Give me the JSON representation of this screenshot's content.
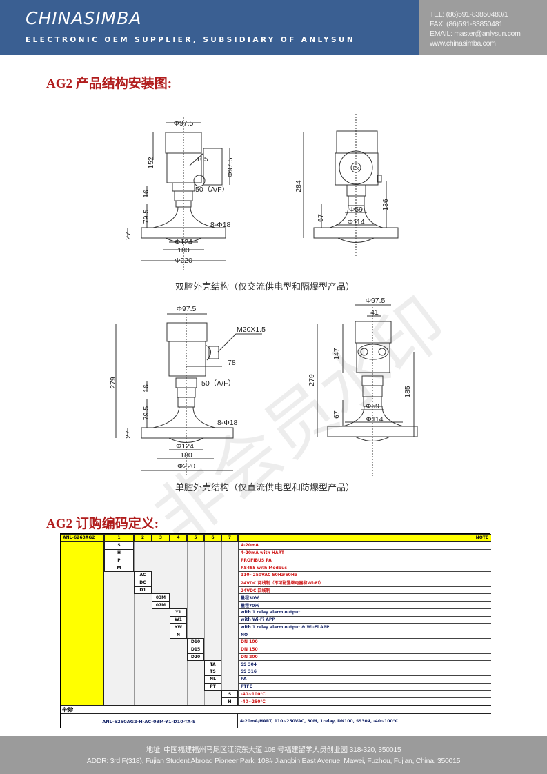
{
  "header": {
    "brand": "CHINASIMBA",
    "tagline": "ELECTRONIC OEM SUPPLIER, SUBSIDIARY OF ANLYSUN",
    "tel": "TEL:  (86)591-83850480/1",
    "fax": "FAX:  (86)591-83850481",
    "email": "EMAIL:  master@anlysun.com",
    "web": "www.chinasimba.com"
  },
  "section1_title": "AG2 产品结构安装图:",
  "section2_title": "AG2 订购编码定义:",
  "watermark": "非会员水印",
  "drawings": {
    "d1": {
      "phi975": "Φ97.5",
      "h152": "152",
      "w105": "105",
      "phi975b": "Φ97.5",
      "af": "50（A/F）",
      "h16": "16",
      "h795": "79.5",
      "holes": "8-Φ18",
      "h27": "27",
      "phi124": "Φ124",
      "w180": "180",
      "phi220": "Φ220"
    },
    "d2": {
      "h284": "284",
      "h136": "136",
      "phi59": "Φ59",
      "h67": "67",
      "phi114": "Φ114",
      "ex": "Ex"
    },
    "caption1": "双腔外壳结构（仅交流供电型和隔爆型产品）",
    "d3": {
      "phi975": "Φ97.5",
      "m20": "M20X1.5",
      "w78": "78",
      "h279": "279",
      "af": "50（A/F）",
      "h16": "16",
      "h795": "79.5",
      "holes": "8-Φ18",
      "h27": "27",
      "phi124": "Φ124",
      "w180": "180",
      "phi220": "Φ220"
    },
    "d4": {
      "phi975": "Φ97.5",
      "w41": "41",
      "h147": "147",
      "h279": "279",
      "h185": "185",
      "phi59": "Φ59",
      "h67": "67",
      "phi114": "Φ114"
    },
    "caption2": "单腔外壳结构（仅直流供电型和防爆型产品）"
  },
  "order_table": {
    "model": "ANL-6260AG2",
    "columns": [
      "1",
      "2",
      "3",
      "4",
      "5",
      "6",
      "7"
    ],
    "note_header": "NOTE",
    "rows": [
      {
        "col": 1,
        "code": "S",
        "note": "4-20mA",
        "color": "#d01818"
      },
      {
        "col": 1,
        "code": "H",
        "note": "4-20mA with HART",
        "color": "#d01818"
      },
      {
        "col": 1,
        "code": "P",
        "note": "PROFIBUS PA",
        "color": "#d01818"
      },
      {
        "col": 1,
        "code": "M",
        "note": "RS485 with Modbus",
        "color": "#d01818"
      },
      {
        "col": 2,
        "code": "AC",
        "note": "110~250VAC 50Hz/60Hz",
        "color": "#d01818"
      },
      {
        "col": 2,
        "code": "DC",
        "note": "24VDC 两线制（不可配置继电器和Wi-Fi）",
        "color": "#d01818"
      },
      {
        "col": 2,
        "code": "D1",
        "note": "24VDC 四线制",
        "color": "#d01818"
      },
      {
        "col": 3,
        "code": "03M",
        "note": "量程30米",
        "color": "#1b2a6b"
      },
      {
        "col": 3,
        "code": "07M",
        "note": "量程70米",
        "color": "#1b2a6b"
      },
      {
        "col": 4,
        "code": "Y1",
        "note": "with 1 relay alarm output",
        "color": "#1b2a6b"
      },
      {
        "col": 4,
        "code": "W1",
        "note": "with Wi-Fi APP",
        "color": "#1b2a6b"
      },
      {
        "col": 4,
        "code": "YW",
        "note": "with 1 relay alarm output & Wi-Fi APP",
        "color": "#1b2a6b"
      },
      {
        "col": 4,
        "code": "N",
        "note": "NO",
        "color": "#1b2a6b"
      },
      {
        "col": 5,
        "code": "D10",
        "note": "DN 100",
        "color": "#d01818"
      },
      {
        "col": 5,
        "code": "D15",
        "note": "DN 150",
        "color": "#d01818"
      },
      {
        "col": 5,
        "code": "D20",
        "note": "DN 200",
        "color": "#d01818"
      },
      {
        "col": 6,
        "code": "TA",
        "note": "SS 304",
        "color": "#1b2a6b"
      },
      {
        "col": 6,
        "code": "TS",
        "note": "SS 316",
        "color": "#1b2a6b"
      },
      {
        "col": 6,
        "code": "NL",
        "note": "PA",
        "color": "#1b2a6b"
      },
      {
        "col": 6,
        "code": "PT",
        "note": "PTFE",
        "color": "#1b2a6b"
      },
      {
        "col": 7,
        "code": "S",
        "note": "-40~100°C",
        "color": "#d01818"
      },
      {
        "col": 7,
        "code": "H",
        "note": "-40~250°C",
        "color": "#d01818"
      }
    ],
    "example_label": "举例:",
    "example_code": "ANL-6260AG2-H-AC-03M-Y1-D10-TA-S",
    "example_note": "4-20mA/HART, 110~250VAC, 30M, 1relay, DN100, SS304, -40~100°C",
    "colors": {
      "yellow": "#ffff00",
      "red": "#d01818",
      "navy": "#1b2a6b"
    }
  },
  "footer": {
    "line1": "地址:  中国福建福州马尾区江滨东大道 108 号福建留学人员创业园 318-320, 350015",
    "line2": "ADDR: 3rd F(318), Fujian Student Abroad Pioneer Park, 108# Jiangbin East Avenue, Mawei, Fuzhou, Fujian, China, 350015"
  }
}
